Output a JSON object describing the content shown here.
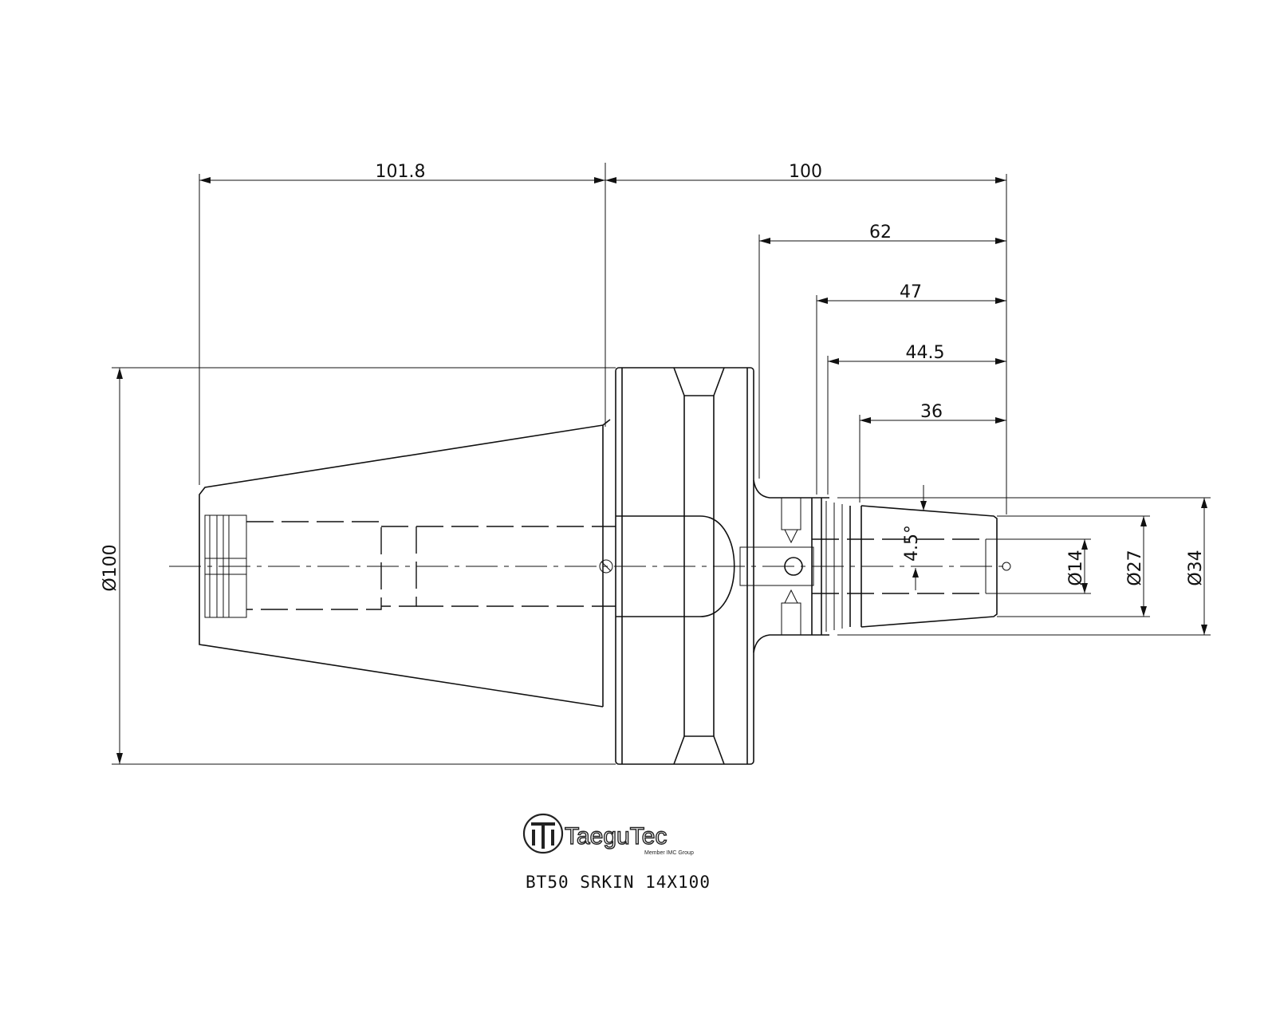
{
  "dimensions": {
    "overall_left": "101.8",
    "overall_right": "100",
    "d62": "62",
    "d47": "47",
    "d44_5": "44.5",
    "d36": "36",
    "taper_angle": "4.5°",
    "dia_flange": "Ø100",
    "dia_14": "Ø14",
    "dia_27": "Ø27",
    "dia_34": "Ø34"
  },
  "logo": {
    "name": "TaeguTec",
    "tagline": "Member IMC Group"
  },
  "model": "BT50 SRKIN 14X100"
}
